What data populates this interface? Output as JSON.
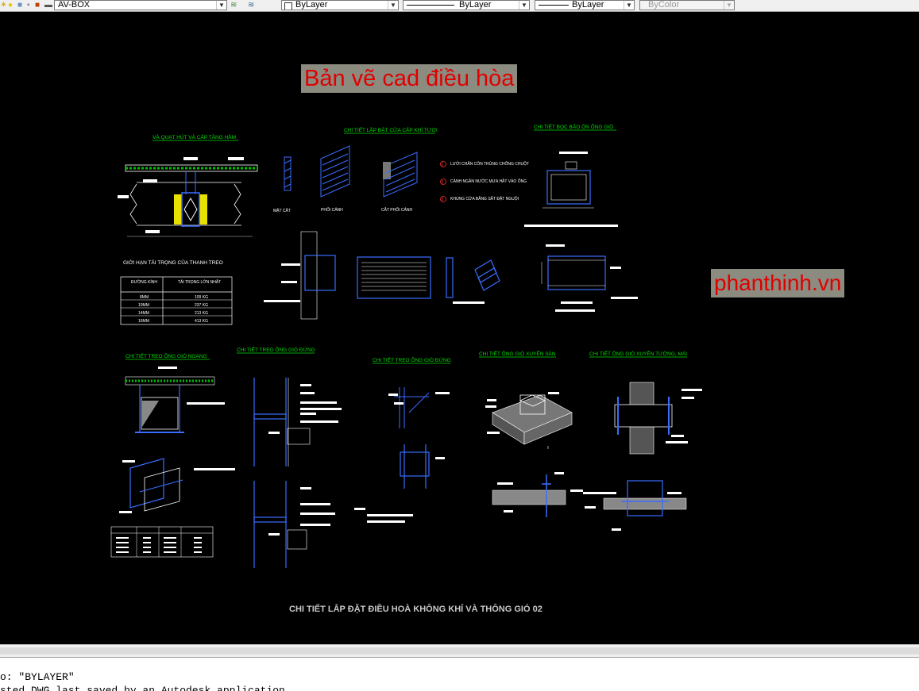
{
  "toolbar": {
    "layer_name": "AV-BOX",
    "color_value": "ByLayer",
    "linetype_value": "ByLayer",
    "lineweight_value": "ByLayer",
    "plotstyle_value": "ByColor",
    "icons": [
      "lightbulb-icon",
      "sun-icon",
      "lock-icon",
      "layer-stack-icon",
      "layer-previous-icon"
    ]
  },
  "drawing": {
    "banner_title": "Bản vẽ cad điều hòa",
    "watermark": "phanthinh.vn",
    "titles": {
      "fan": "VÀ QUẠT HÚT VÀ CẤP TẦNG HẦM",
      "louver": "CHI TIẾT LẮP ĐẶT CỬA CẤP KHÍ TƯƠI",
      "insulation": "CHI TIẾT BỌC BẢO ÔN ỐNG GIÓ",
      "horizontal": "CHI TIẾT TREO ỐNG GIÓ NGANG",
      "vertical": "CHI TIẾT TREO ỐNG GIÓ ĐỨNG",
      "vertical2": "CHI TIẾT TREO ỐNG GIÓ ĐỨNG",
      "floor": "CHI TIẾT ỐNG GIÓ XUYÊN SÀN",
      "wall": "CHI TIẾT ỐNG GIÓ XUYÊN TƯỜNG, MÁI"
    },
    "louver_notes": [
      "LƯỚI CHẮN CÔN TRÙNG CHỐNG CHUỘT",
      "CÁNH NGĂN NƯỚC MƯA HẮT VÀO ỐNG",
      "KHUNG CỬA BẰNG SẮT ĐẶT NGUỘI"
    ],
    "louver_labels": [
      "MẶT CẮT",
      "PHỐI CẢNH",
      "CẮT PHỐI CẢNH"
    ],
    "load_table": {
      "caption": "GIỚI HẠN TẢI TRỌNG CỦA THANH TREO",
      "headers": [
        "ĐƯỜNG KÍNH",
        "TẢI TRỌNG LỚN NHẤT"
      ],
      "rows": [
        [
          "8MM",
          "109 KG"
        ],
        [
          "10MM",
          "237 KG"
        ],
        [
          "14MM",
          "213 KG"
        ],
        [
          "16MM",
          "413 KG"
        ]
      ]
    },
    "main_title": "CHI TIẾT LẮP ĐẶT ĐIỀU HOÀ KHÔNG KHÍ VÀ THÔNG GIÓ 02"
  },
  "colors": {
    "background": "#000000",
    "green_title": "#00e000",
    "blue_lines": "#3a6dff",
    "white_lines": "#ffffff",
    "banner_bg": "#8b8b80",
    "banner_text": "#e00000"
  },
  "command_line": {
    "line1": "o: \"BYLAYER\"",
    "line2": "sted DWG last saved by an Autodesk application"
  }
}
